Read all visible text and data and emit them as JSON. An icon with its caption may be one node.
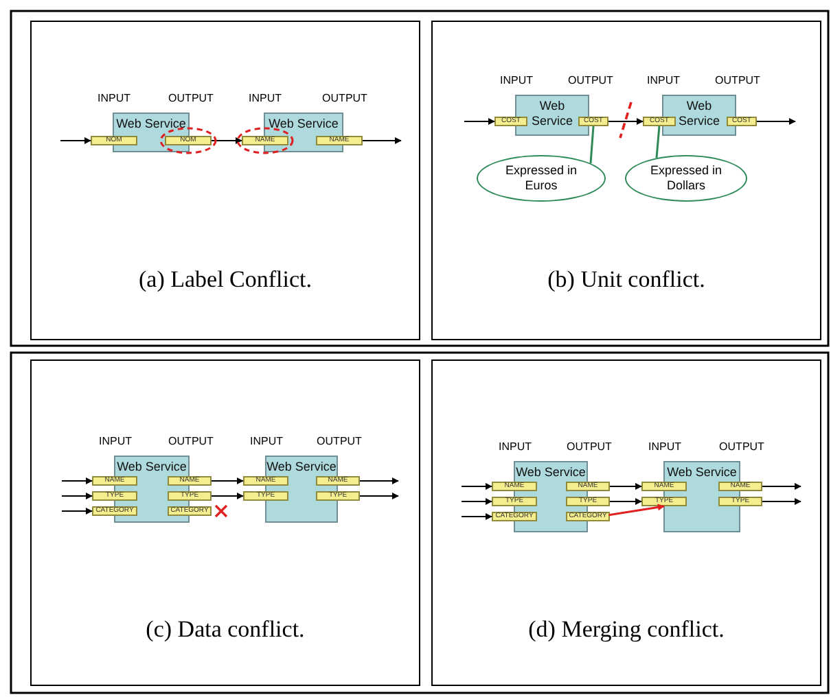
{
  "diagram": {
    "nodes": [
      {
        "text": [
          "(a) Label Conflict."
        ]
      },
      {
        "text": [
          "Web Service"
        ],
        "in": 0,
        "beside": [
          "INPUT",
          "OUTPUT"
        ]
      },
      {
        "text": [
          "NOM"
        ],
        "in": 0
      },
      {
        "text": [
          "NOM"
        ],
        "in": 0
      },
      {
        "text": [
          "Web Service"
        ],
        "in": 0,
        "beside": [
          "INPUT",
          "OUTPUT"
        ]
      },
      {
        "text": [
          "NAME"
        ],
        "in": 0
      },
      {
        "text": [
          "NAME"
        ],
        "in": 0
      },
      {
        "text": [
          "(b) Unit conflict."
        ]
      },
      {
        "text": [
          "Web Service"
        ],
        "in": 7,
        "beside": [
          "INPUT",
          "OUTPUT"
        ]
      },
      {
        "text": [
          "COST"
        ],
        "in": 7
      },
      {
        "text": [
          "COST"
        ],
        "in": 7
      },
      {
        "text": [
          "Web Service"
        ],
        "in": 7,
        "beside": [
          "INPUT",
          "OUTPUT"
        ]
      },
      {
        "text": [
          "COST"
        ],
        "in": 7
      },
      {
        "text": [
          "COST"
        ],
        "in": 7
      },
      {
        "text": [
          "Expressed in Euros"
        ],
        "in": 7
      },
      {
        "text": [
          "Expressed in Dollars"
        ],
        "in": 7
      },
      {
        "text": [
          "(c) Data conflict."
        ]
      },
      {
        "text": [
          "Web Service"
        ],
        "in": 16,
        "beside": [
          "INPUT",
          "OUTPUT"
        ]
      },
      {
        "text": [
          "NAME"
        ],
        "in": 16
      },
      {
        "text": [
          "TYPE"
        ],
        "in": 16
      },
      {
        "text": [
          "CATEGORY"
        ],
        "in": 16
      },
      {
        "text": [
          "NAME"
        ],
        "in": 16
      },
      {
        "text": [
          "TYPE"
        ],
        "in": 16
      },
      {
        "text": [
          "CATEGORY"
        ],
        "in": 16
      },
      {
        "text": [
          "Web Service"
        ],
        "in": 16,
        "beside": [
          "INPUT",
          "OUTPUT"
        ]
      },
      {
        "text": [
          "NAME"
        ],
        "in": 16
      },
      {
        "text": [
          "TYPE"
        ],
        "in": 16
      },
      {
        "text": [
          "NAME"
        ],
        "in": 16
      },
      {
        "text": [
          "TYPE"
        ],
        "in": 16
      },
      {
        "text": [
          "(d) Merging conflict."
        ]
      },
      {
        "text": [
          "Web Service"
        ],
        "in": 29,
        "beside": [
          "INPUT",
          "OUTPUT"
        ]
      },
      {
        "text": [
          "NAME"
        ],
        "in": 29
      },
      {
        "text": [
          "TYPE"
        ],
        "in": 29
      },
      {
        "text": [
          "CATEGORY"
        ],
        "in": 29
      },
      {
        "text": [
          "NAME"
        ],
        "in": 29
      },
      {
        "text": [
          "TYPE"
        ],
        "in": 29
      },
      {
        "text": [
          "CATEGORY"
        ],
        "in": 29
      },
      {
        "text": [
          "Web Service"
        ],
        "in": 29,
        "beside": [
          "INPUT",
          "OUTPUT"
        ]
      },
      {
        "text": [
          "NAME"
        ],
        "in": 29
      },
      {
        "text": [
          "TYPE"
        ],
        "in": 29
      },
      {
        "text": [
          "NAME"
        ],
        "in": 29
      },
      {
        "text": [
          "TYPE"
        ],
        "in": 29
      }
    ],
    "edges": [
      {
        "from": null,
        "to": 2,
        "arrow": "to"
      },
      {
        "from": 3,
        "to": 5,
        "arrow": "to"
      },
      {
        "from": 6,
        "to": null,
        "arrow": "to"
      },
      {
        "from": null,
        "to": 9,
        "arrow": "to"
      },
      {
        "from": 10,
        "to": 12,
        "arrow": "to"
      },
      {
        "from": 13,
        "to": null,
        "arrow": "to"
      },
      {
        "from": 14,
        "to": 10,
        "arrow": "none",
        "color": "#2e8b57"
      },
      {
        "from": 15,
        "to": 12,
        "arrow": "none",
        "color": "#2e8b57"
      },
      {
        "from": null,
        "to": 18,
        "arrow": "to"
      },
      {
        "from": null,
        "to": 19,
        "arrow": "to"
      },
      {
        "from": null,
        "to": 20,
        "arrow": "to"
      },
      {
        "from": 21,
        "to": 25,
        "arrow": "to"
      },
      {
        "from": 22,
        "to": 26,
        "arrow": "to"
      },
      {
        "from": 27,
        "to": null,
        "arrow": "to"
      },
      {
        "from": 28,
        "to": null,
        "arrow": "to"
      },
      {
        "from": null,
        "to": 31,
        "arrow": "to"
      },
      {
        "from": null,
        "to": 32,
        "arrow": "to"
      },
      {
        "from": null,
        "to": 33,
        "arrow": "to"
      },
      {
        "from": 34,
        "to": 38,
        "arrow": "to"
      },
      {
        "from": 35,
        "to": 39,
        "arrow": "to"
      },
      {
        "from": 36,
        "to": 39,
        "arrow": "to",
        "color": "#e02020"
      },
      {
        "from": 40,
        "to": null,
        "arrow": "to"
      },
      {
        "from": 41,
        "to": null,
        "arrow": "to"
      }
    ]
  }
}
